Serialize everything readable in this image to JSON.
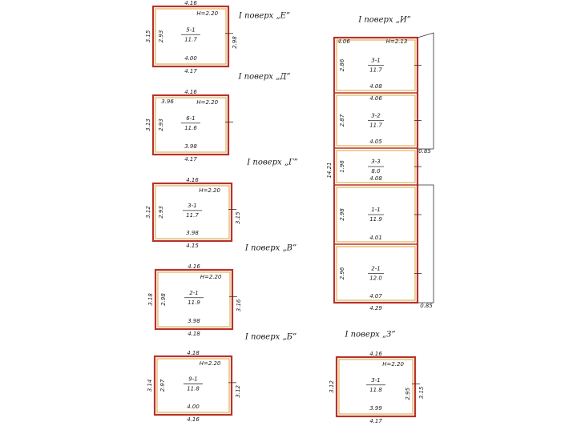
{
  "colors": {
    "wall_outer": "#b8332b",
    "wall_inner": "#e2a845",
    "ink": "#1a1a1a"
  },
  "plans": [
    {
      "id": "e",
      "title": "I поверх „Е”",
      "top": "4.16",
      "height_label": "H=2.20",
      "left": "3.15",
      "left_inner": "2.93",
      "right": "2.98",
      "bottom_inner": "4.00",
      "bottom": "4.17",
      "room_id": "5-1",
      "room_area": "11.7"
    },
    {
      "id": "d",
      "title": "I поверх „Д”",
      "top": "4.16",
      "top_inner": "3.96",
      "height_label": "H=2.20",
      "left": "3.13",
      "left_inner": "2.93",
      "bottom_inner": "3.98",
      "bottom": "4.17",
      "room_id": "6-1",
      "room_area": "11.6"
    },
    {
      "id": "g",
      "title": "I поверх „Г”",
      "top": "4.16",
      "height_label": "H=2.20",
      "left": "3.12",
      "left_inner": "2.93",
      "right": "3.15",
      "bottom_inner": "3.98",
      "bottom": "4.15",
      "room_id": "3-1",
      "room_area": "11.7"
    },
    {
      "id": "v",
      "title": "I поверх „В”",
      "top": "4.16",
      "height_label": "H=2.20",
      "left": "3.18",
      "left_inner": "2.98",
      "right": "3.16",
      "bottom_inner": "3.98",
      "bottom": "4.18",
      "room_id": "2-1",
      "room_area": "11.9"
    },
    {
      "id": "b",
      "title": "I поверх „Б”",
      "top": "4.18",
      "height_label": "H=2.20",
      "left": "3.14",
      "left_inner": "2.97",
      "right": "3.12",
      "bottom_inner": "4.00",
      "bottom": "4.16",
      "room_id": "9-1",
      "room_area": "11.8"
    },
    {
      "id": "z",
      "title": "I поверх „З”",
      "top": "4.16",
      "height_label": "H=2.20",
      "left": "3.12",
      "right_inner": "2.95",
      "right": "3.15",
      "bottom_inner": "3.99",
      "bottom": "4.17",
      "room_id": "3-1",
      "room_area": "11.8"
    }
  ],
  "plan_i": {
    "title": "I поверх „И”",
    "top_inner": "4.06",
    "height_label": "H=2.13",
    "total_height": "14.21",
    "bottom": "4.29",
    "right_mark_mid": "0.85",
    "right_mark_bottom": "0.85",
    "rooms": [
      {
        "room_id": "3-1",
        "room_area": "11.7",
        "side": "2.86",
        "bottom_label": "4.08"
      },
      {
        "room_id": "3-2",
        "room_area": "11.7",
        "top_label": "4.06",
        "side": "2.87",
        "bottom_label": "4.05"
      },
      {
        "room_id": "3-3",
        "room_area": "8.0",
        "side": "1.96",
        "bottom_label": "4.08"
      },
      {
        "room_id": "1-1",
        "room_area": "11.9",
        "side": "2.98",
        "bottom_label": "4.01"
      },
      {
        "room_id": "2-1",
        "room_area": "12.0",
        "side": "2.96",
        "bottom_label": "4.07"
      }
    ]
  }
}
